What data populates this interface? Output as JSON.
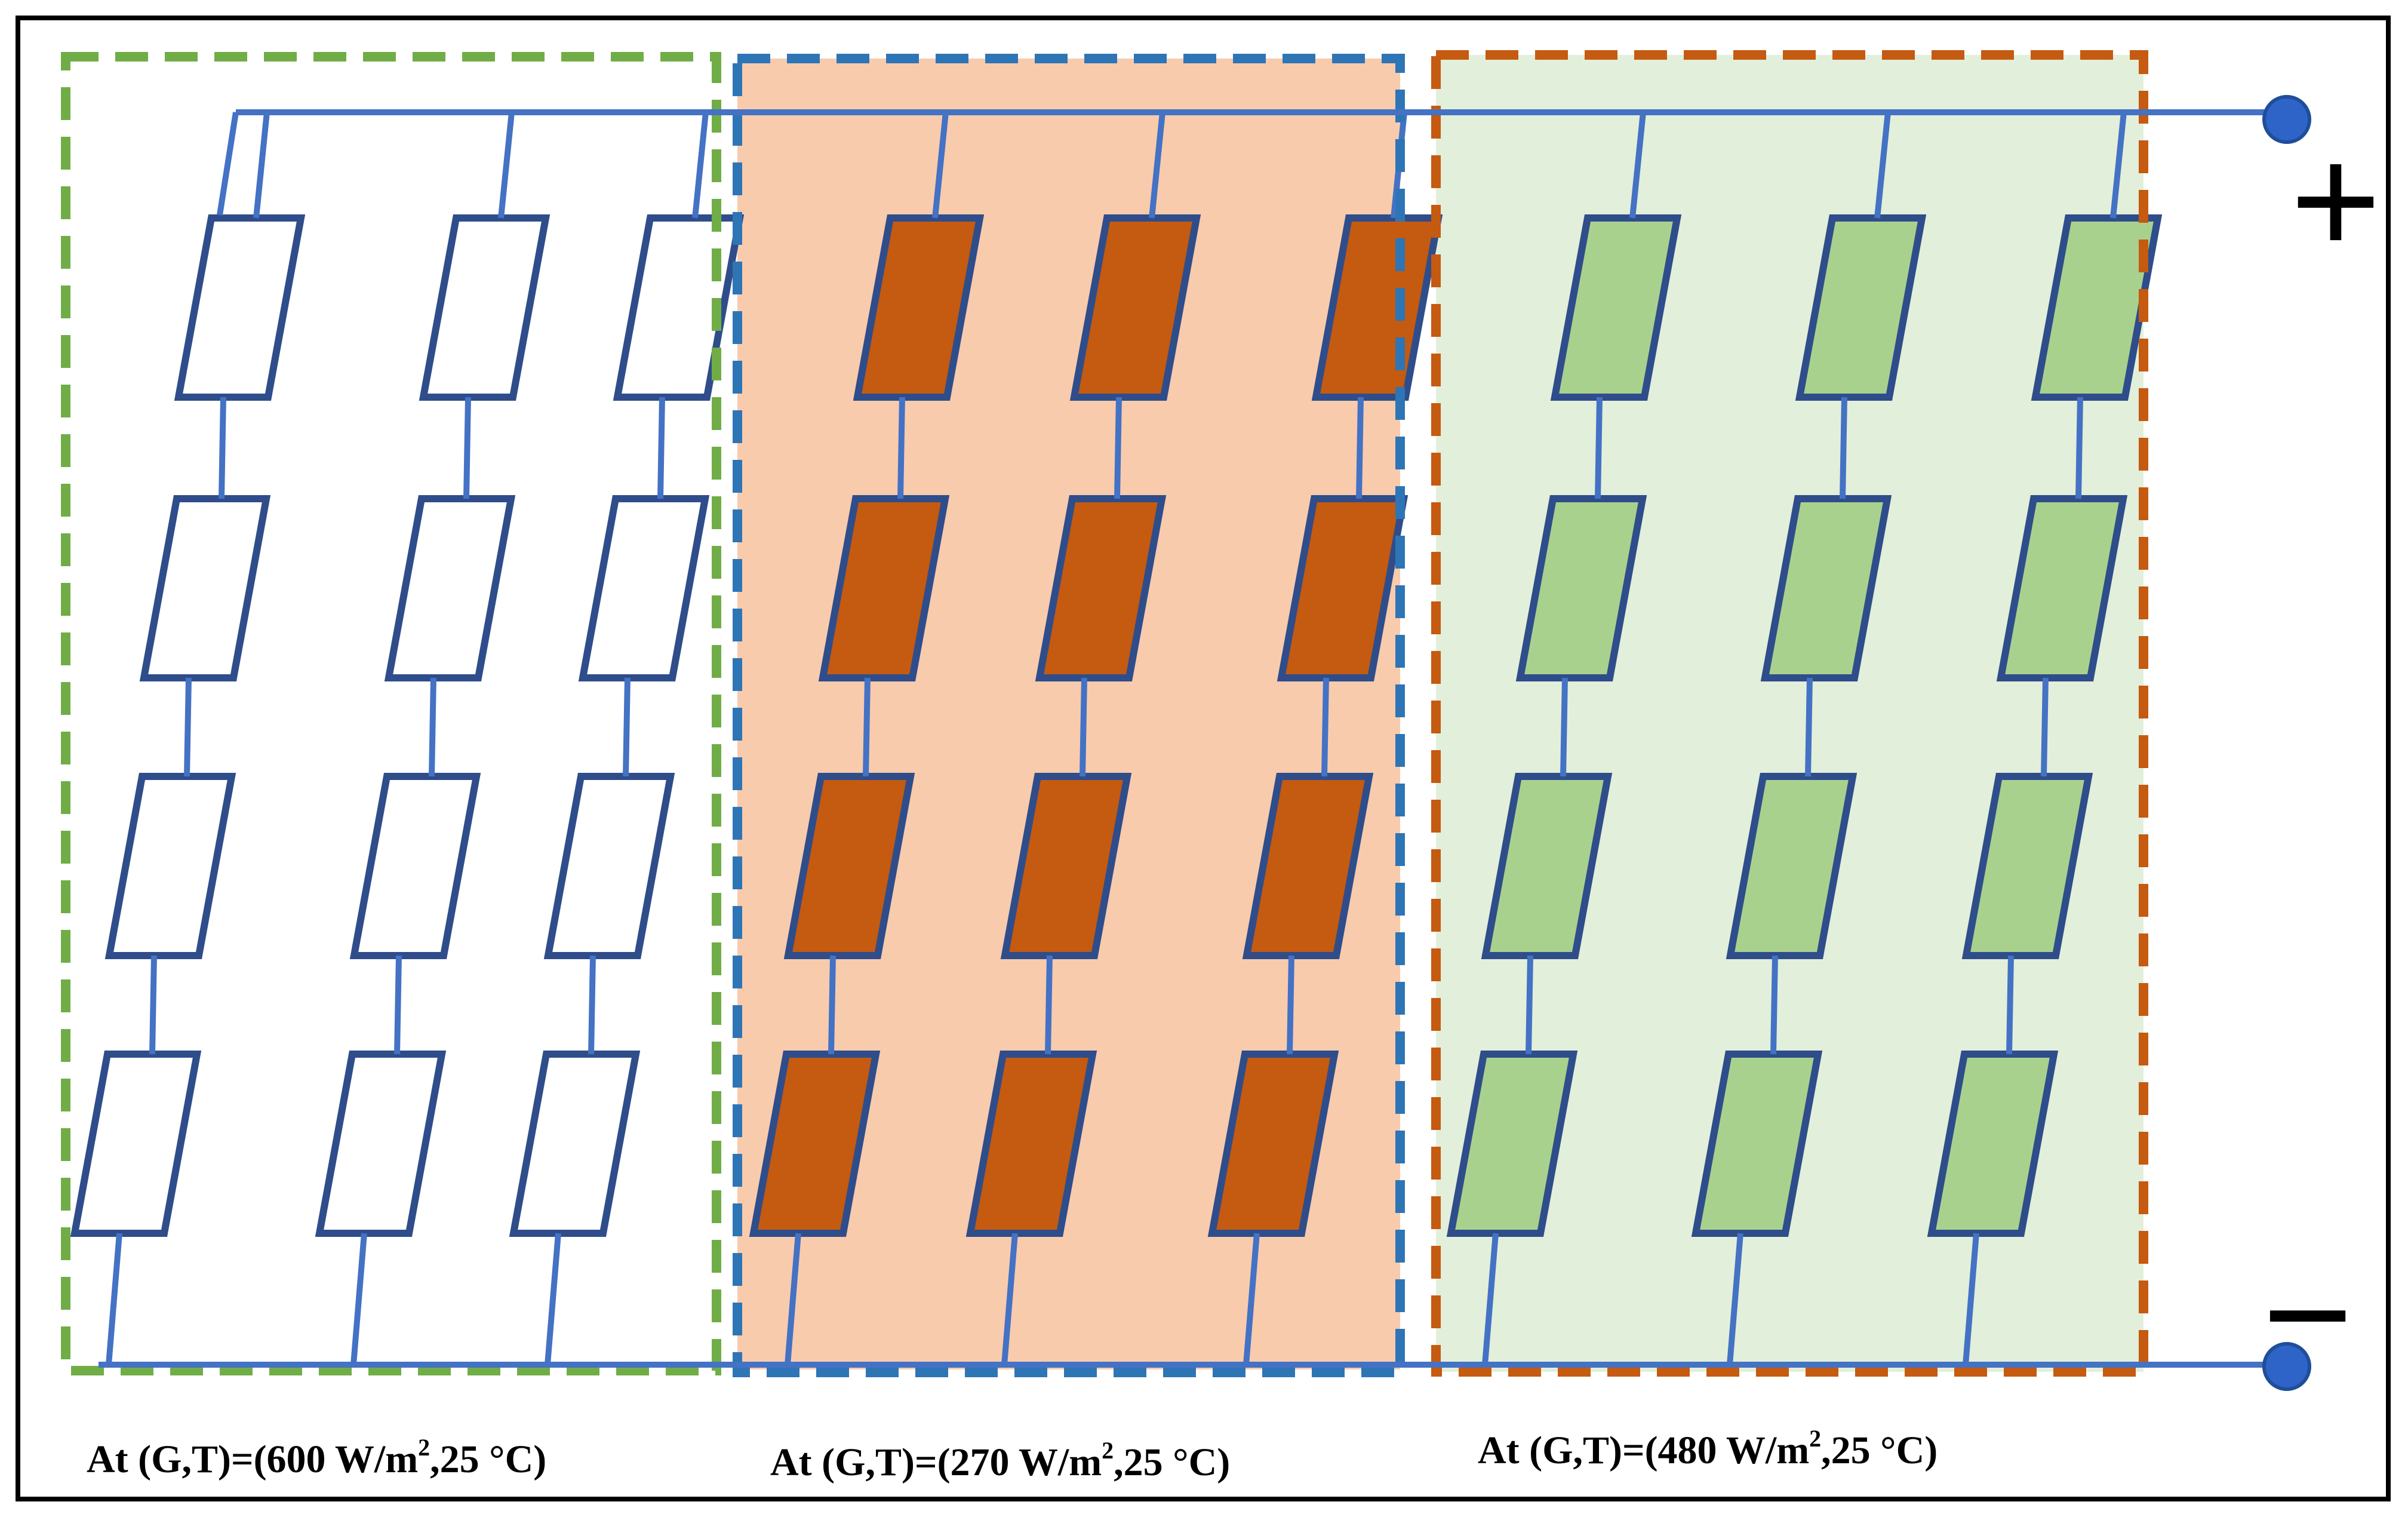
{
  "diagram": {
    "groups": [
      {
        "id": "group-1",
        "caption_prefix": "At (G,T)=(600 W/m",
        "caption_sup": "2",
        "caption_suffix": ",25 °C)",
        "border_color": "#70ad47",
        "background": "#ffffff",
        "cell_fill": "#ffffff",
        "strings": 3,
        "cells_per_string": 4
      },
      {
        "id": "group-2",
        "caption_prefix": "At (G,T)=(270 W/m",
        "caption_sup": "2",
        "caption_suffix": ",25 °C)",
        "border_color": "#2e75b6",
        "background": "#f8cbad",
        "cell_fill": "#c55a11",
        "strings": 3,
        "cells_per_string": 4
      },
      {
        "id": "group-3",
        "caption_prefix": "At (G,T)=(480 W/m",
        "caption_sup": "2",
        "caption_suffix": ",25 °C)",
        "border_color": "#c55a11",
        "background": "#e2efda",
        "cell_fill": "#a9d18e",
        "strings": 3,
        "cells_per_string": 4
      }
    ],
    "terminals": {
      "positive": "+",
      "negative": "−"
    },
    "colors": {
      "wire": "#4472c4",
      "cell_outline": "#2f4d8a",
      "terminal": "#2e64c8",
      "frame": "#000000"
    }
  }
}
